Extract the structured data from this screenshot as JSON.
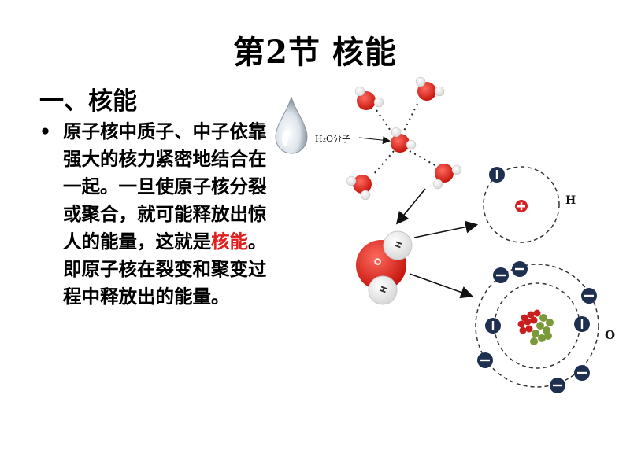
{
  "slide": {
    "title": "第2节 核能",
    "subtitle": "一、核能",
    "bullet": "•",
    "paragraph": {
      "part1": "原子核中质子、中子依靠强大的核力紧密地结合在一起。一旦使原子核分裂或聚合，就可能释放出惊人的能量，这就是",
      "highlight": "核能",
      "part2": "。即原子核在裂变和聚变过程中释放出的能量。"
    }
  },
  "diagram": {
    "h2o_label": "H₂O分子",
    "molecule": {
      "o_label": "O",
      "h_label": "H"
    },
    "atom_h_label": "H",
    "atom_o_label": "O",
    "colors": {
      "oxygen": "#e0241b",
      "nucleus_proton": "#c81e1e",
      "neutron": "#7a9a3a",
      "electron": "#1e3050"
    }
  }
}
